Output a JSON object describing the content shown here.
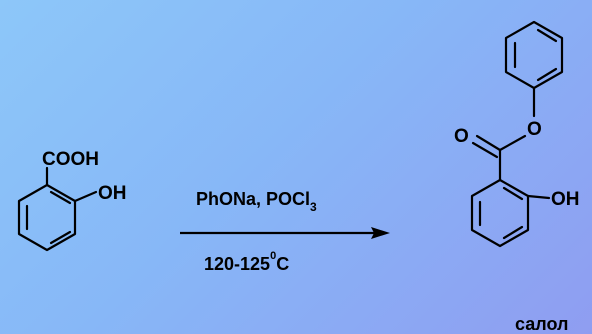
{
  "reactant": {
    "carboxyl_label": "COOH",
    "hydroxyl_label": "OH"
  },
  "conditions": {
    "reagents_main": "PhONa, POCl",
    "reagents_subscript": "3",
    "temp_low": "120-125",
    "temp_degree": "0",
    "temp_unit": "C"
  },
  "product": {
    "carbonyl_o_label": "O",
    "ester_o_label": "O",
    "hydroxyl_label": "OH",
    "name": "салол"
  }
}
